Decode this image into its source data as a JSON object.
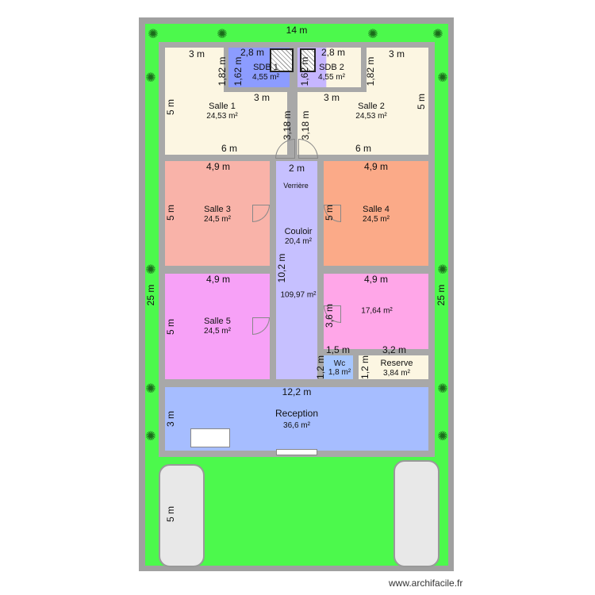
{
  "colors": {
    "border": "#a0a0a0",
    "lawn": "#4cf94c",
    "wall": "#a8a8a8",
    "cream": "#fcf6e2",
    "sdb1": "#8c9cff",
    "sdb2": "#c6b6ff",
    "salle3": "#f9b3a9",
    "salle4": "#fbaa88",
    "salle5": "#f7a1f7",
    "room6": "#ffa6e8",
    "couloir": "#c6c0ff",
    "wc": "#a6c6ff",
    "reception": "#a6bdff"
  },
  "dims": {
    "top": "14 m",
    "left": "25 m",
    "right": "25 m",
    "s1_top": "3 m",
    "s1_side": "1,82 m",
    "sdb1_w": "2,8 m",
    "sdb1_h": "1,62 m",
    "sdb2_w": "2,8 m",
    "sdb2_h": "1,62 m",
    "s2_top": "3 m",
    "s2_side": "1,82 m",
    "s1_mid": "3 m",
    "s2_mid": "3 m",
    "s1_h": "5 m",
    "s2_h": "5 m",
    "s1_c": "3,18 m",
    "s2_c": "3,18 m",
    "s1_b": "6 m",
    "s2_b": "6 m",
    "s3_w": "4,9 m",
    "cor_w": "2 m",
    "s4_w": "4,9 m",
    "s3_h": "5 m",
    "s4_h": "5 m",
    "cor_h": "10,2 m",
    "s5_w": "4,9 m",
    "s6_w": "4,9 m",
    "s5_h": "5 m",
    "s6_h": "3,6 m",
    "wc_w": "1,5 m",
    "wc_h": "1,2 m",
    "res_w": "3,2 m",
    "res_h": "1,2 m",
    "rec_w": "12,2 m",
    "rec_h": "3 m",
    "park": "5 m"
  },
  "rooms": {
    "salle1": {
      "name": "Salle 1",
      "area": "24,53 m²"
    },
    "sdb1": {
      "name": "SDB 1",
      "area": "4,55 m²"
    },
    "sdb2": {
      "name": "SDB 2",
      "area": "4,55 m²"
    },
    "salle2": {
      "name": "Salle 2",
      "area": "24,53 m²"
    },
    "salle3": {
      "name": "Salle 3",
      "area": "24,5 m²"
    },
    "salle4": {
      "name": "Salle 4",
      "area": "24,5 m²"
    },
    "couloir": {
      "name": "Couloir",
      "area": "20,4 m²",
      "extra": "Verrière"
    },
    "total": {
      "area": "109,97 m²"
    },
    "salle5": {
      "name": "Salle 5",
      "area": "24,5 m²"
    },
    "room6": {
      "area": "17,64 m²"
    },
    "wc": {
      "name": "Wc",
      "area": "1,8 m²"
    },
    "reserve": {
      "name": "Reserve",
      "area": "3,84 m²"
    },
    "reception": {
      "name": "Reception",
      "area": "36,6 m²"
    }
  },
  "watermark": "www.archifacile.fr"
}
